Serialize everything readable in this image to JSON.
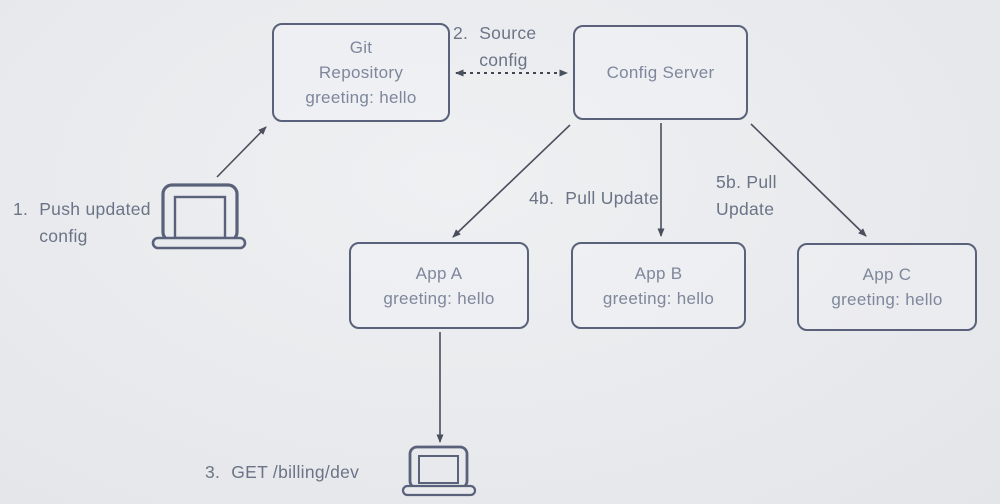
{
  "title": "Config server push/pull diagram",
  "colors": {
    "background": "#e8eaed",
    "node_border": "#59627a",
    "node_text": "#7e879b",
    "label_text": "#6b7486",
    "arrow": "#494f5c"
  },
  "nodes": {
    "git_repository": {
      "lines": [
        "Git",
        "Repository",
        "greeting: hello"
      ]
    },
    "config_server": {
      "lines": [
        "Config Server"
      ]
    },
    "app_a": {
      "lines": [
        "App A",
        "greeting: hello"
      ]
    },
    "app_b": {
      "lines": [
        "App B",
        "greeting: hello"
      ]
    },
    "app_c": {
      "lines": [
        "App C",
        "greeting: hello"
      ]
    }
  },
  "steps": {
    "step1": {
      "number": "1.",
      "text": "Push updated\nconfig"
    },
    "step2": {
      "number": "2.",
      "text": "Source\nconfig"
    },
    "step3": {
      "number": "3.",
      "text": "GET /billing/dev"
    },
    "step4b": {
      "number": "4b.",
      "text": "Pull Update"
    },
    "step5b": {
      "number": "",
      "text": "5b. Pull\nUpdate"
    }
  },
  "icons": {
    "developer_machine": "laptop-icon",
    "client_machine": "laptop-icon"
  }
}
